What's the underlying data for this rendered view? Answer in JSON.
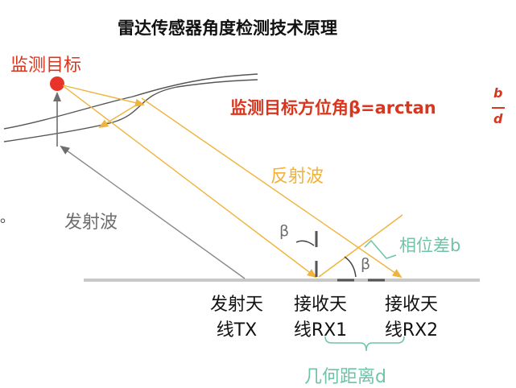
{
  "title": "雷达传感器角度检测技术原理",
  "target_label": "监测目标",
  "formula": {
    "text": "监测目标方位角β=arctan",
    "numerator": "b",
    "denominator": "d"
  },
  "reflected_wave_label": "反射波",
  "emitted_wave_label": "发射波",
  "phase_diff_label": "相位差b",
  "geometric_distance_label": "几何距离d",
  "beta_symbol": "β",
  "antennas": [
    {
      "line1": "发射天",
      "line2": "线TX"
    },
    {
      "line1": "接收天",
      "line2": "线RX1"
    },
    {
      "line1": "接收天",
      "line2": "线RX2"
    }
  ],
  "side_mark": "。",
  "colors": {
    "target": "#d9361f",
    "reflected": "#f0b33c",
    "emitted": "#7a7a7a",
    "phase": "#6ec3a9",
    "ground": "#c8c8c8",
    "text": "#111111"
  }
}
